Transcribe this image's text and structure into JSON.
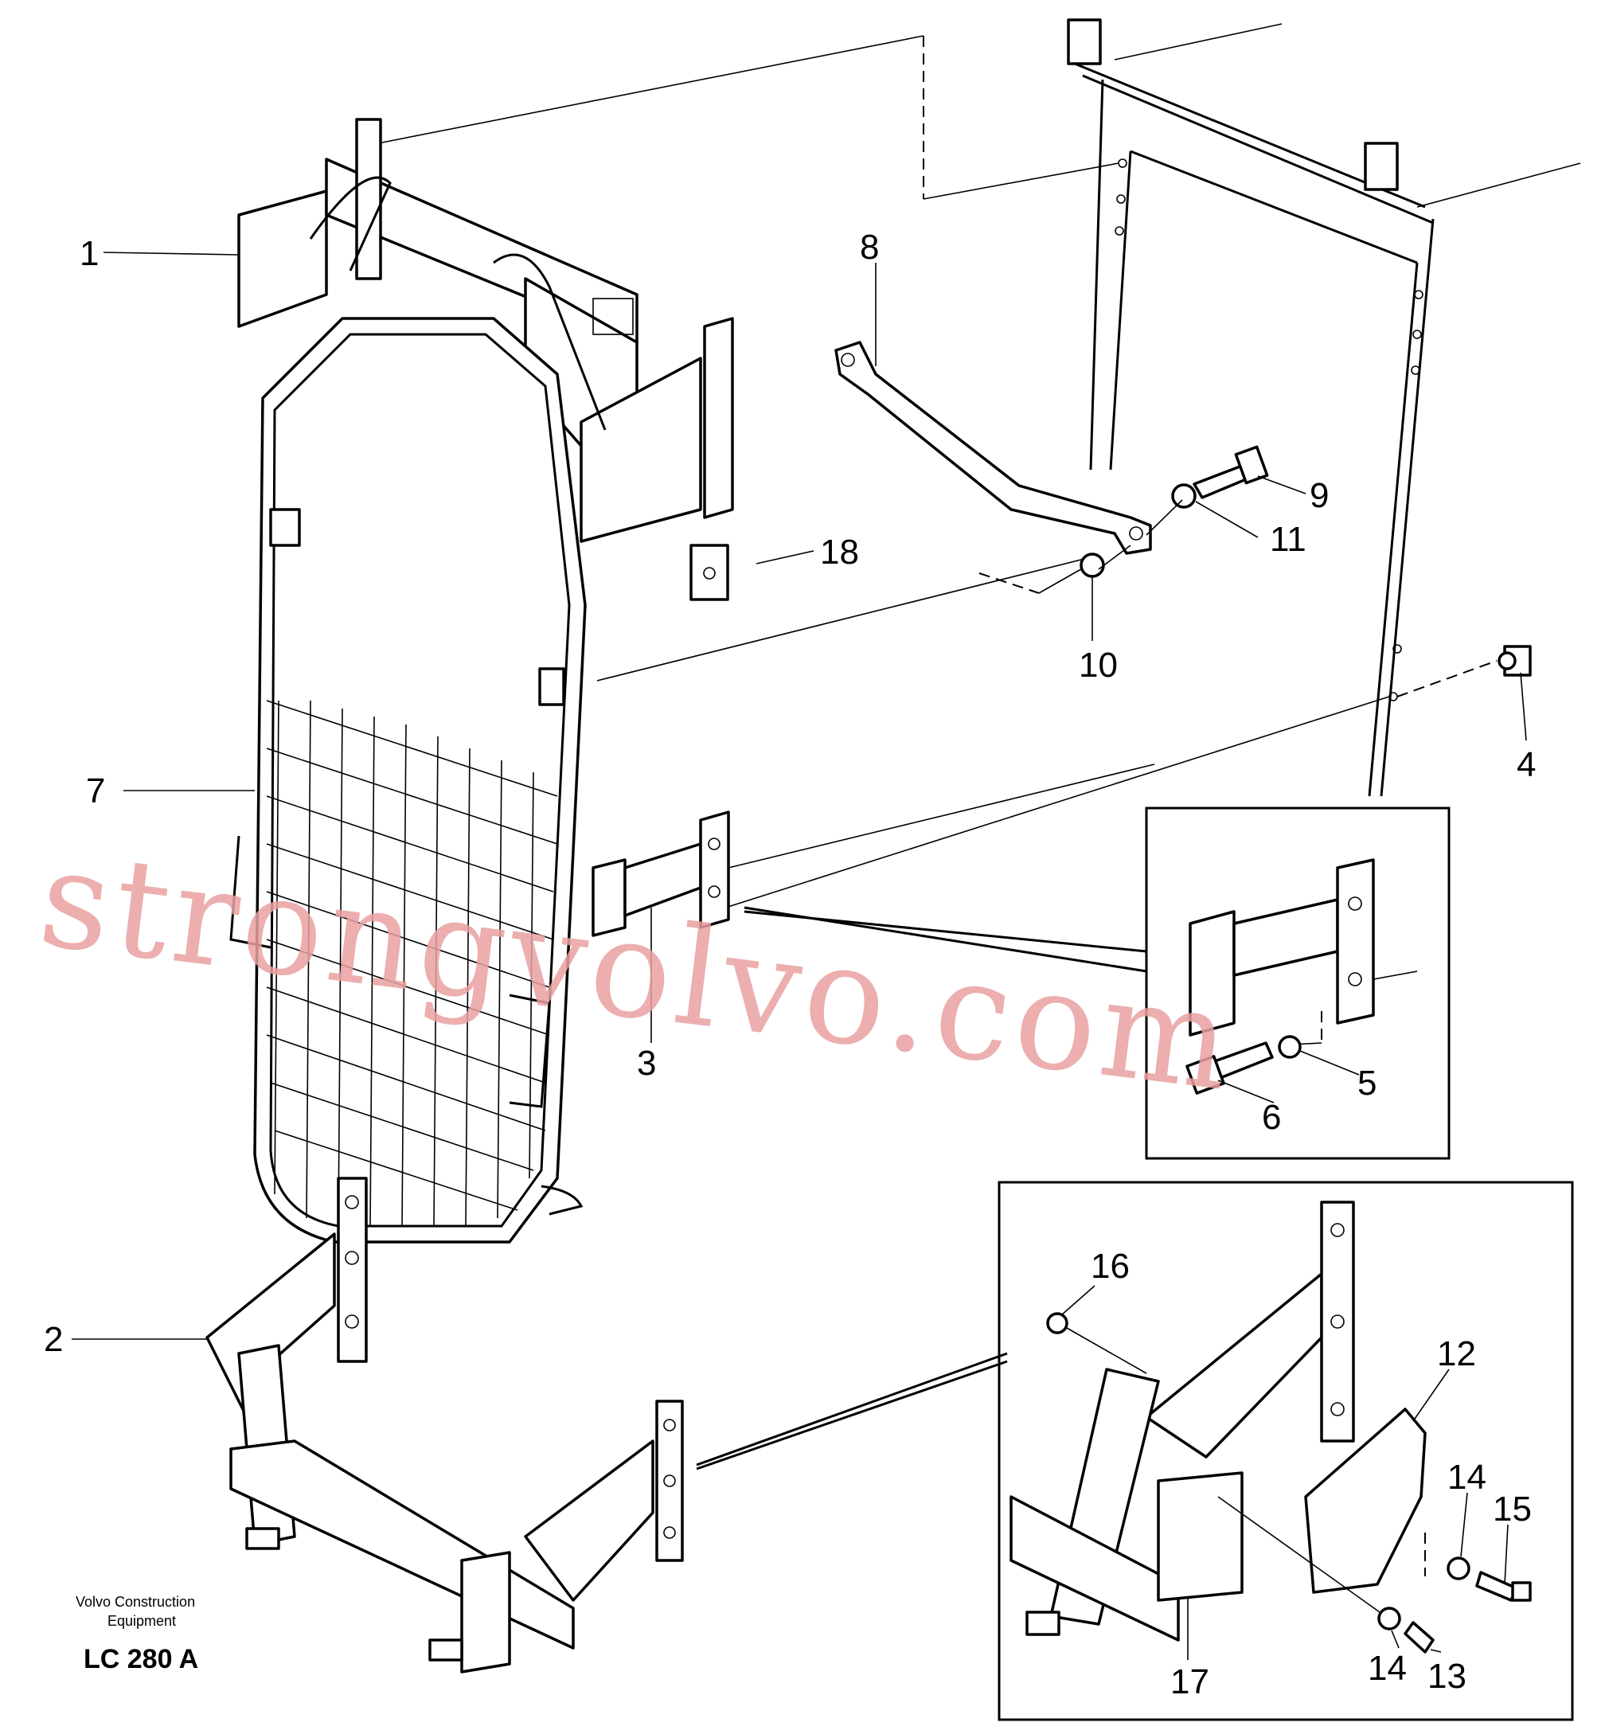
{
  "callouts": [
    {
      "id": "1",
      "text": "1"
    },
    {
      "id": "2",
      "text": "2"
    },
    {
      "id": "3",
      "text": "3"
    },
    {
      "id": "4",
      "text": "4"
    },
    {
      "id": "5",
      "text": "5"
    },
    {
      "id": "6",
      "text": "6"
    },
    {
      "id": "7",
      "text": "7"
    },
    {
      "id": "8",
      "text": "8"
    },
    {
      "id": "9",
      "text": "9"
    },
    {
      "id": "10",
      "text": "10"
    },
    {
      "id": "11",
      "text": "11"
    },
    {
      "id": "12",
      "text": "12"
    },
    {
      "id": "13",
      "text": "13"
    },
    {
      "id": "14a",
      "text": "14"
    },
    {
      "id": "14b",
      "text": "14"
    },
    {
      "id": "15",
      "text": "15"
    },
    {
      "id": "16",
      "text": "16"
    },
    {
      "id": "17",
      "text": "17"
    },
    {
      "id": "18",
      "text": "18"
    }
  ],
  "caption": {
    "line1": "Volvo Construction",
    "line2": "Equipment",
    "code": "LC 280  A"
  },
  "watermark": "strongvolvo.com"
}
